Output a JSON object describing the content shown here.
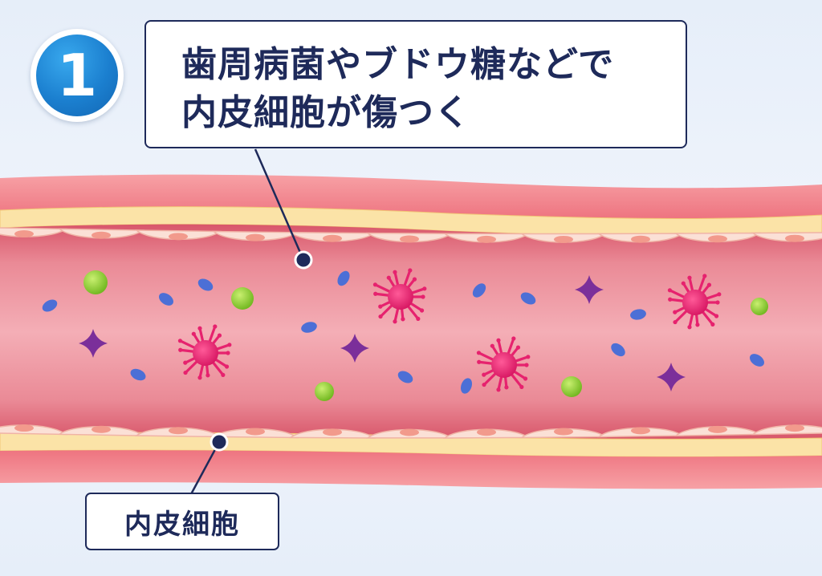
{
  "step": {
    "number": "1"
  },
  "callout": {
    "line1": "歯周病菌やブドウ糖などで",
    "line2": "内皮細胞が傷つく"
  },
  "label": {
    "text": "内皮細胞"
  },
  "colors": {
    "navy": "#1e2a5a",
    "badge_blue": "#1b7fcf",
    "vessel_wall": "#f07f88",
    "yellow_layer": "#fbe3a7",
    "lumen": "#e87b88",
    "bacteria": "#e6226e",
    "purple_particle": "#7b2f9a",
    "blue_particle": "#4c6fd6",
    "green_particle": "#8ccd2c"
  },
  "legend_icons": [
    "bacteria-icon",
    "star-particle-icon",
    "blue-oval-particle-icon",
    "green-sphere-particle-icon",
    "endothelial-cell-icon"
  ]
}
